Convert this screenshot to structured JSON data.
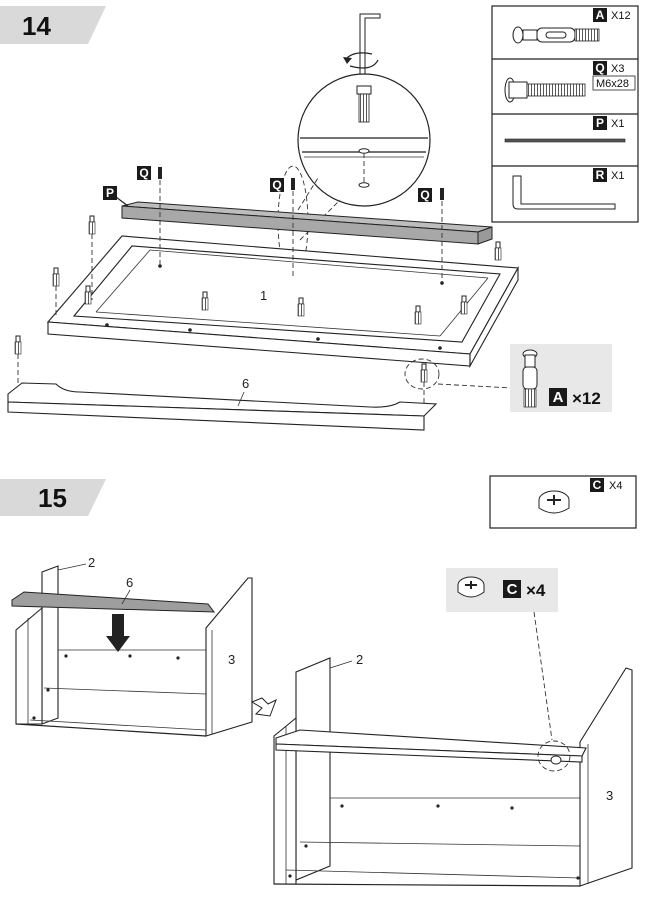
{
  "steps": [
    {
      "number": "14",
      "parts_panel": [
        {
          "letter": "A",
          "qty": "X12"
        },
        {
          "letter": "Q",
          "qty": "X3",
          "size": "M6x28"
        },
        {
          "letter": "P",
          "qty": "X1"
        },
        {
          "letter": "R",
          "qty": "X1"
        }
      ],
      "callout_tags": {
        "q_left": "Q",
        "q_mid": "Q",
        "q_right": "Q",
        "p": "P"
      },
      "part_labels": {
        "top_frame": "1",
        "rail": "6"
      },
      "detail_box": {
        "letter": "A",
        "qty": "×12"
      }
    },
    {
      "number": "15",
      "parts_panel": [
        {
          "letter": "C",
          "qty": "X4"
        }
      ],
      "part_labels": {
        "left_panel": "2",
        "rail": "6",
        "right_panel": "3",
        "left_panel_b": "2",
        "right_panel_b": "3"
      },
      "detail_box": {
        "letter": "C",
        "qty": "×4"
      }
    }
  ]
}
